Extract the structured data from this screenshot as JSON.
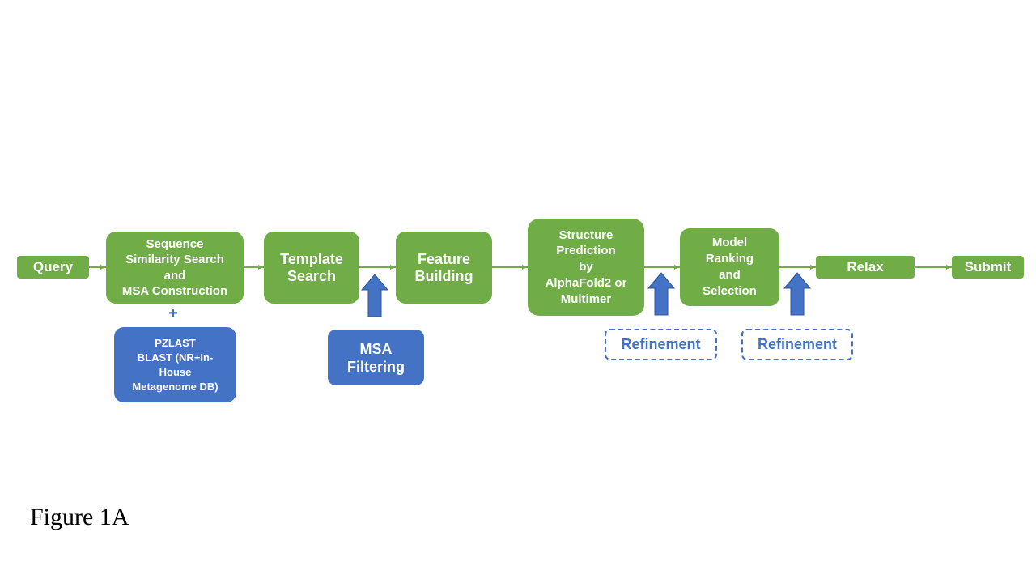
{
  "steps": {
    "query": "Query",
    "sequence_search": "Sequence\nSimilarity Search\nand\nMSA Construction",
    "template_search": "Template\nSearch",
    "feature_building": "Feature\nBuilding",
    "structure_prediction": "Structure\nPrediction\nby\nAlphaFold2 or\nMultimer",
    "model_ranking": "Model\nRanking\nand\nSelection",
    "relax": "Relax",
    "submit": "Submit"
  },
  "inputs": {
    "plus": "+",
    "databases": "PZLAST\nBLAST (NR+In-\nHouse\nMetagenome DB)",
    "msa_filtering": "MSA\nFiltering",
    "refinement_1": "Refinement",
    "refinement_2": "Refinement"
  },
  "caption": "Figure 1A",
  "colors": {
    "step": "#70ad47",
    "input": "#4472c4"
  }
}
